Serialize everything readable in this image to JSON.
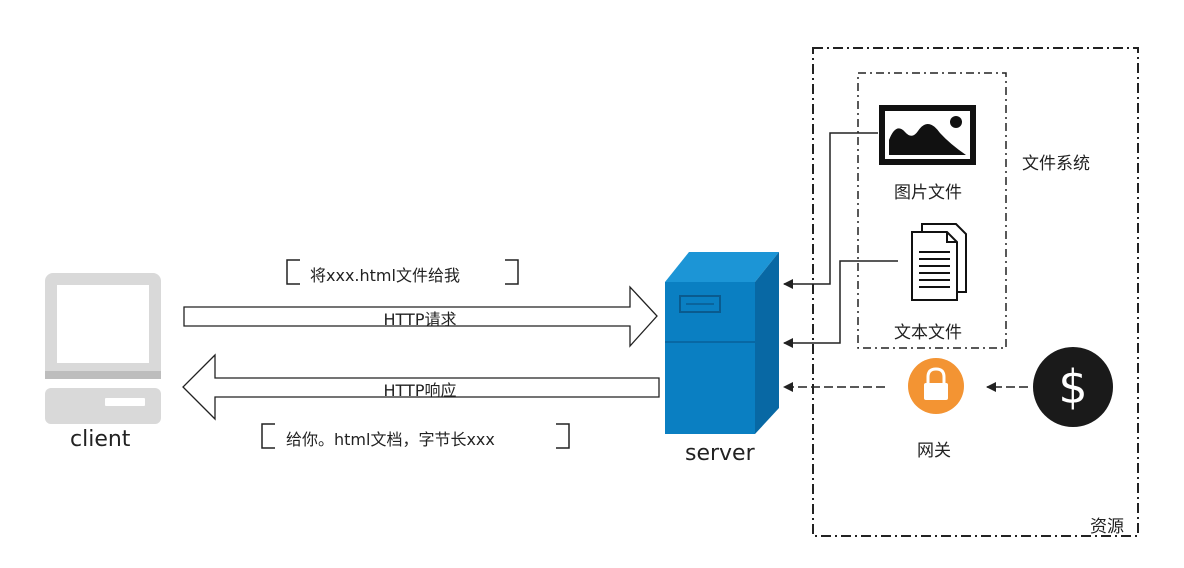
{
  "client": {
    "label": "client"
  },
  "server": {
    "label": "server"
  },
  "request": {
    "arrow_label": "HTTP请求",
    "bracket_label": "将xxx.html文件给我"
  },
  "response": {
    "arrow_label": "HTTP响应",
    "bracket_label": "给你。html文档，字节长xxx"
  },
  "filesystem": {
    "label": "文件系统",
    "image_file_label": "图片文件",
    "text_file_label": "文本文件"
  },
  "gateway": {
    "label": "网关"
  },
  "resources": {
    "label": "资源"
  },
  "colors": {
    "server_blue": "#0a7fc2",
    "server_top": "#1c95d6",
    "server_side": "#0868a4",
    "client_gray": "#d9d9d9",
    "lock_orange": "#f39433",
    "dollar_black": "#1a1a1a"
  }
}
